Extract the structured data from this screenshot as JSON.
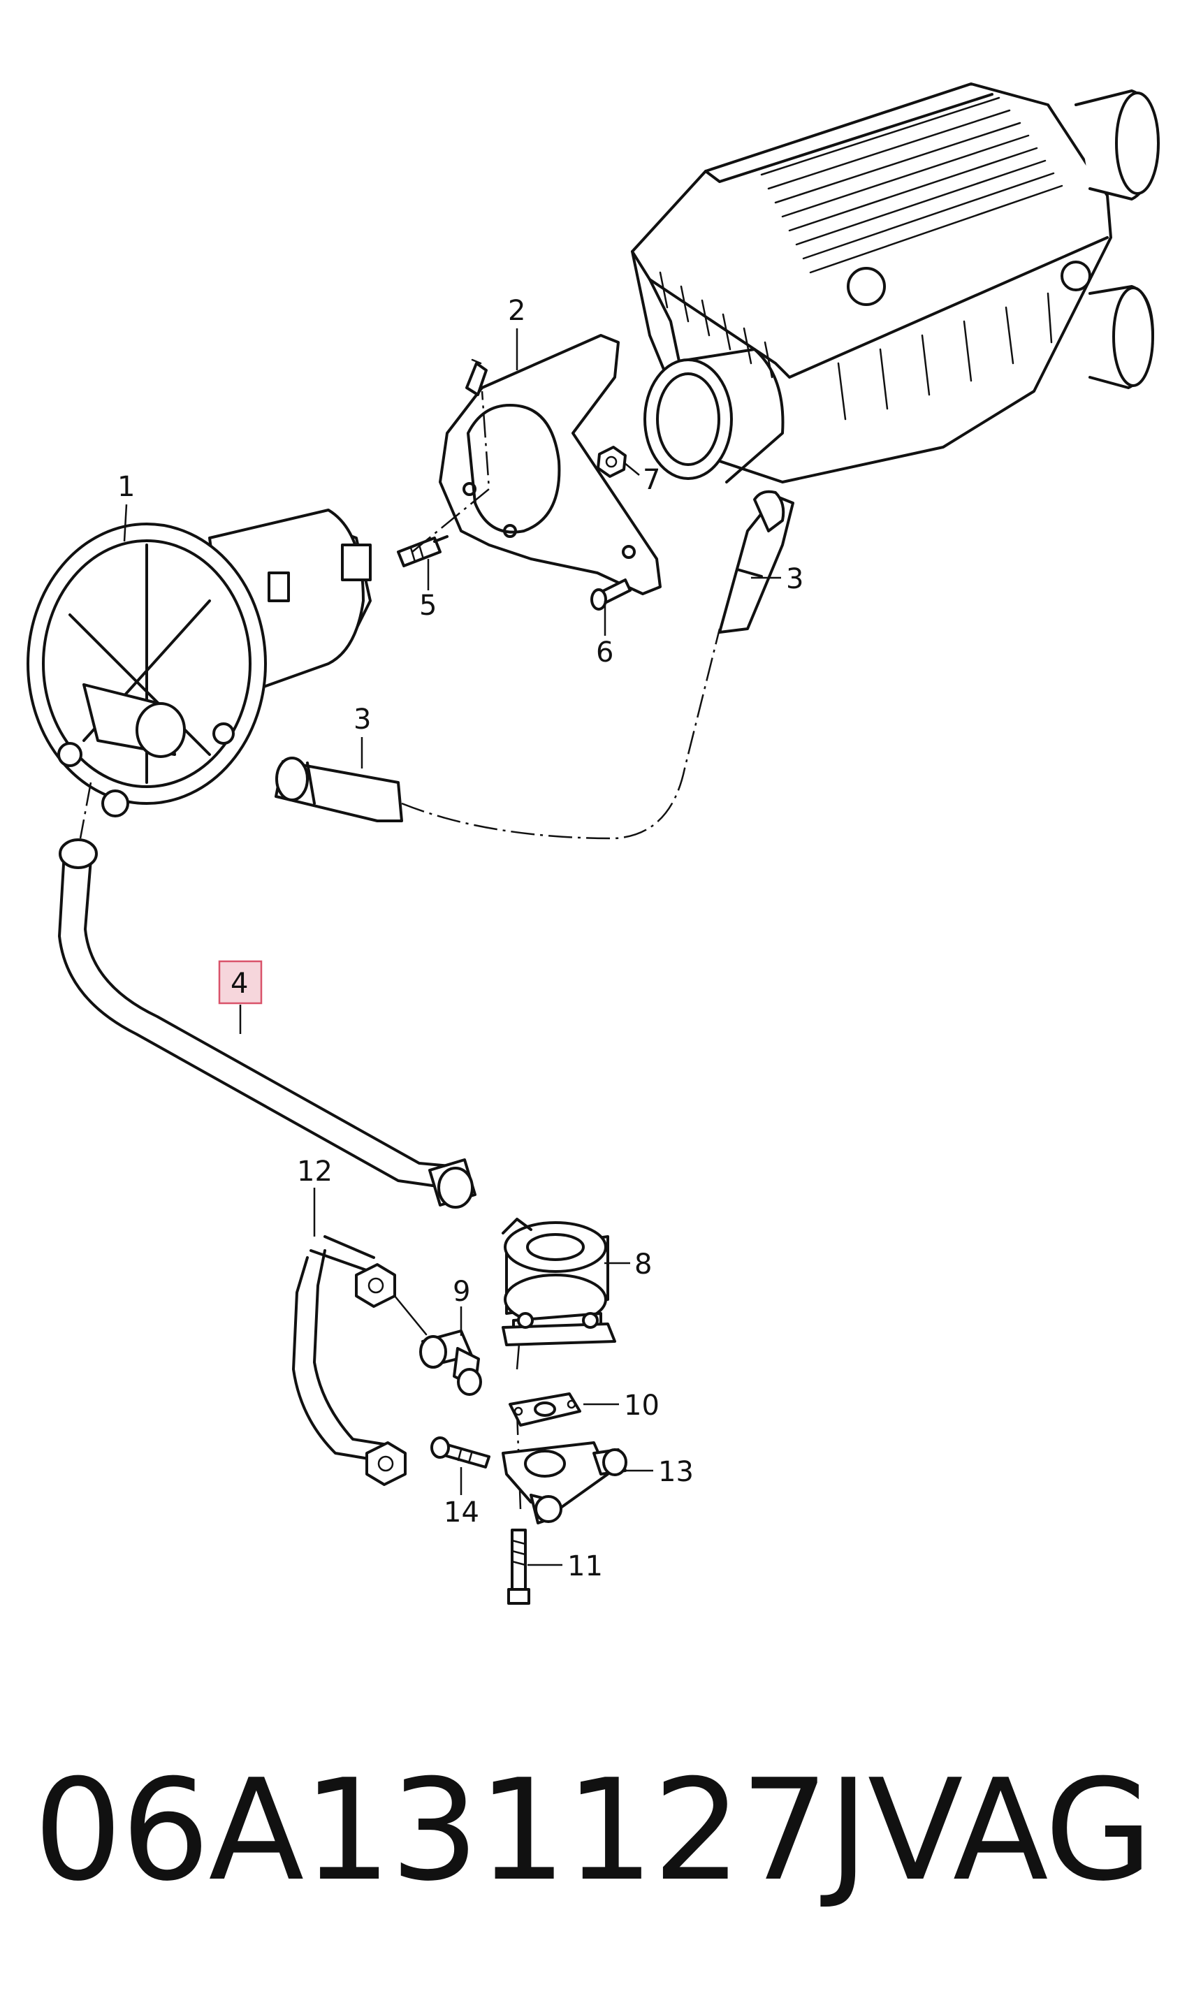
{
  "diagram": {
    "callouts": [
      {
        "id": "c1",
        "text": "1"
      },
      {
        "id": "c2",
        "text": "2"
      },
      {
        "id": "c3a",
        "text": "3"
      },
      {
        "id": "c3b",
        "text": "3"
      },
      {
        "id": "c4",
        "text": "4"
      },
      {
        "id": "c5",
        "text": "5"
      },
      {
        "id": "c6",
        "text": "6"
      },
      {
        "id": "c7",
        "text": "7"
      },
      {
        "id": "c8",
        "text": "8"
      },
      {
        "id": "c9",
        "text": "9"
      },
      {
        "id": "c10",
        "text": "10"
      },
      {
        "id": "c11",
        "text": "11"
      },
      {
        "id": "c12",
        "text": "12"
      },
      {
        "id": "c13",
        "text": "13"
      },
      {
        "id": "c14",
        "text": "14"
      }
    ],
    "highlighted_callout": "4",
    "highlight_color": "#d9536a",
    "highlight_fill": "#f6d6dc"
  },
  "footer": {
    "part_number": "06A131127J",
    "brand": "VAG"
  }
}
